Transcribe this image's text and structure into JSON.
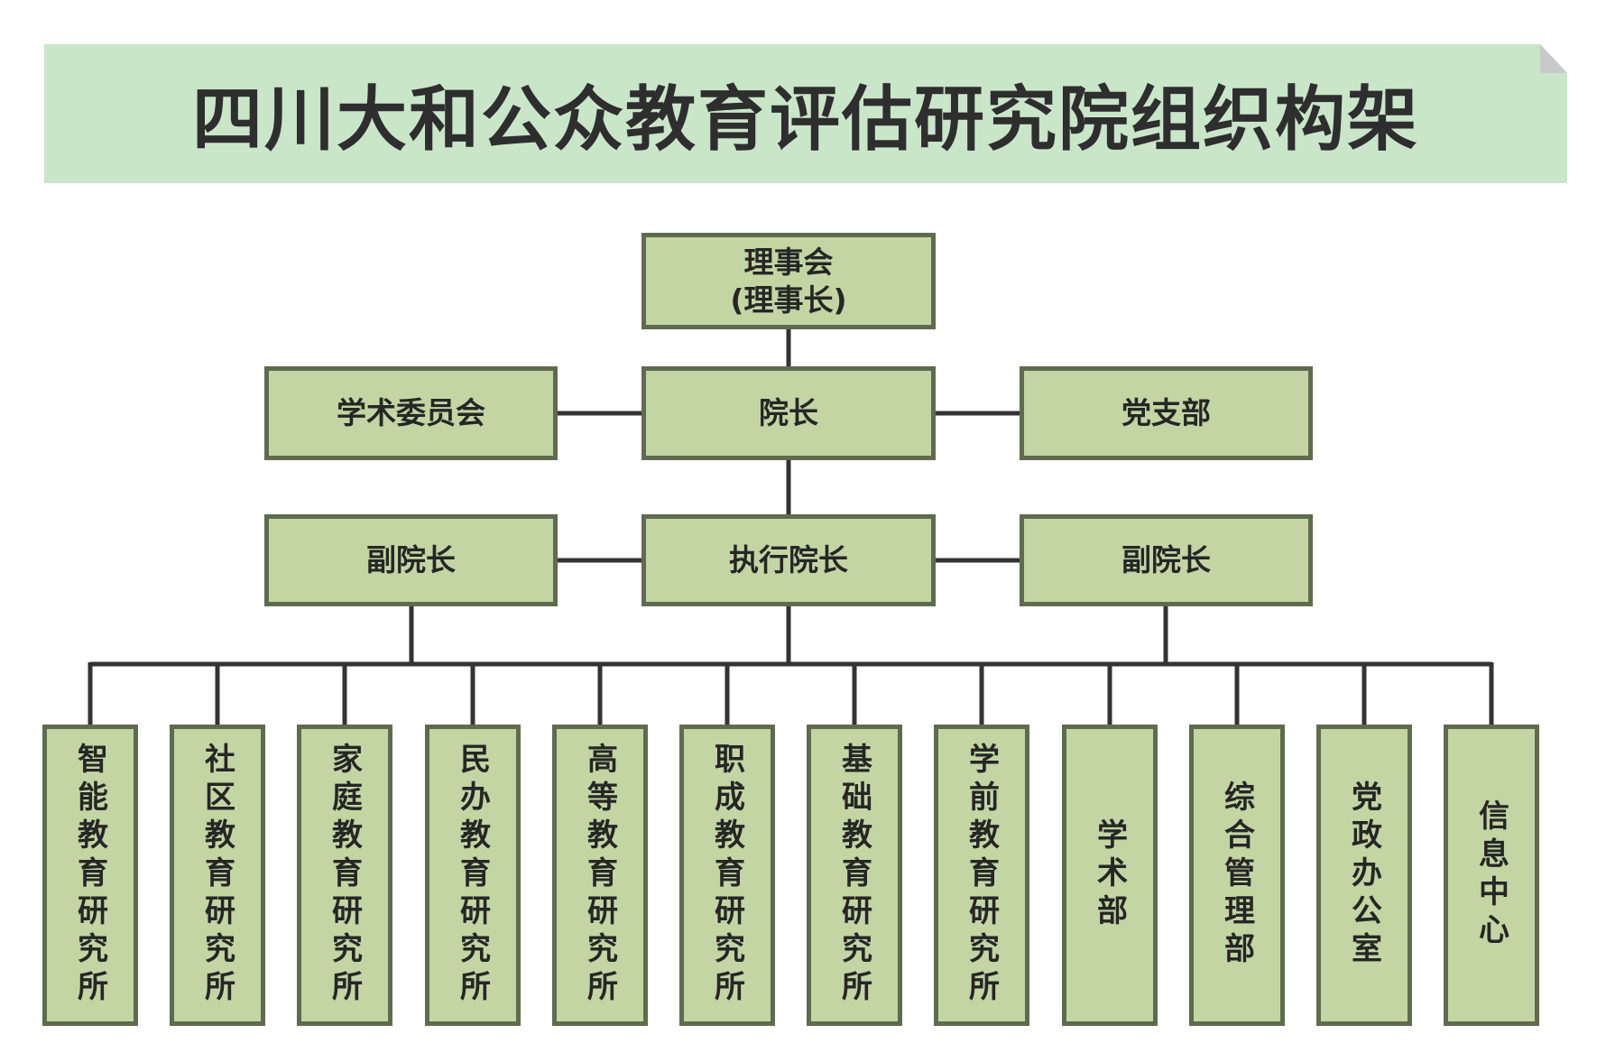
{
  "title": "四川大和公众教育评估研究院组织构架",
  "colors": {
    "banner": "#c9e6c9",
    "box_fill": "#c3d5a3",
    "box_border": "#5f6b4f",
    "connector": "#333333",
    "text": "#262626"
  },
  "top": {
    "board": "理事会\n(理事长)",
    "president": "院长",
    "academic_committee": "学术委员会",
    "party_branch": "党支部",
    "vice_president_left": "副院长",
    "executive_president": "执行院长",
    "vice_president_right": "副院长"
  },
  "departments": [
    "智能教育研究所",
    "社区教育研究所",
    "家庭教育研究所",
    "民办教育研究所",
    "高等教育研究所",
    "职成教育研究所",
    "基础教育研究所",
    "学前教育研究所",
    "学术部",
    "综合管理部",
    "党政办公室",
    "信息中心"
  ]
}
